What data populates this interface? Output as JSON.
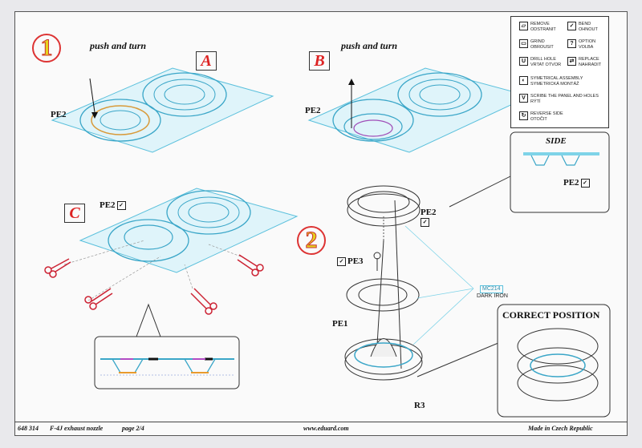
{
  "steps": {
    "step1": {
      "number": "1",
      "instruction": "push and turn",
      "letter": "A",
      "part": "PE2"
    },
    "step_b": {
      "instruction": "push and turn",
      "letter": "B",
      "part": "PE2"
    },
    "step_c": {
      "letter": "C",
      "part": "PE2"
    },
    "step2": {
      "number": "2",
      "parts": {
        "pe2": "PE2",
        "pe3": "PE3",
        "pe1": "PE1",
        "r3": "R3"
      }
    }
  },
  "paint": {
    "code": "MC214",
    "name": "DARK IRON"
  },
  "side_view": {
    "title": "SIDE",
    "part": "PE2"
  },
  "correct_position": {
    "title": "CORRECT POSITION"
  },
  "legend": {
    "items": [
      {
        "icon": "remove-icon",
        "line1": "REMOVE",
        "line2": "ODSTRANIT"
      },
      {
        "icon": "bend-icon",
        "line1": "BEND",
        "line2": "OHNOUT"
      },
      {
        "icon": "grind-icon",
        "line1": "GRIND",
        "line2": "OBROUSIT"
      },
      {
        "icon": "option-icon",
        "line1": "OPTION",
        "line2": "VOLBA"
      },
      {
        "icon": "drill-icon",
        "line1": "DRILL HOLE",
        "line2": "VRTAT OTVOR"
      },
      {
        "icon": "replace-icon",
        "line1": "REPLACE",
        "line2": "NAHRADIT"
      },
      {
        "icon": "symmetrical-icon",
        "line1": "SYMETRICAL ASSEMBLY",
        "line2": "SYMETRICKÁ MONTÁŽ"
      },
      {
        "icon": "scribe-icon",
        "line1": "SCRIBE THE PANEL AND HOLES",
        "line2": "RÝTÍ"
      },
      {
        "icon": "reverse-icon",
        "line1": "REVERSE SIDE",
        "line2": "OTOČIT"
      }
    ],
    "glyphs": {
      "bend": "✓",
      "option": "?",
      "drill": "U",
      "replace": "⇄",
      "scribe": "V",
      "reverse": "↻",
      "symmetrical": "◐",
      "remove": "▱",
      "grind": "▭"
    }
  },
  "footer": {
    "kit_number": "648 314",
    "kit_name": "F-4J exhaust nozzle",
    "page": "page 2/4",
    "website": "www.eduard.com",
    "made_in": "Made in Czech Republic"
  },
  "colors": {
    "photo_etch": "#7ed3e8",
    "annotation_red": "#d22222",
    "step_yellow": "#e5d21d",
    "scissors_red": "#cc2233"
  }
}
